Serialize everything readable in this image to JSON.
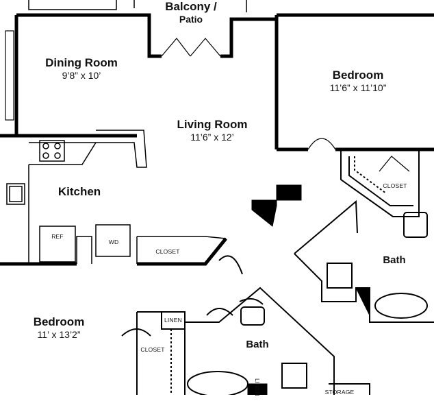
{
  "floorplan": {
    "rooms": [
      {
        "key": "balcony",
        "name": "Balcony /",
        "name2": "Patio"
      },
      {
        "key": "dining",
        "name": "Dining Room",
        "dims": "9’8” x 10’"
      },
      {
        "key": "living",
        "name": "Living Room",
        "dims": "11’6” x 12’"
      },
      {
        "key": "bedroom1",
        "name": "Bedroom",
        "dims": "11’6” x 11’10”"
      },
      {
        "key": "kitchen",
        "name": "Kitchen"
      },
      {
        "key": "bath1",
        "name": "Bath"
      },
      {
        "key": "bedroom2",
        "name": "Bedroom",
        "dims": "11’ x 13’2”"
      },
      {
        "key": "bath2",
        "name": "Bath"
      }
    ],
    "fixtures": {
      "closet_bed1": "CLOSET",
      "closet_hall": "CLOSET",
      "closet_bed2": "CLOSET",
      "linen_top": "LINEN",
      "linen_vertical": "LINEN",
      "ref": "REF",
      "wd": "WD",
      "storage": "STORAGE"
    }
  }
}
